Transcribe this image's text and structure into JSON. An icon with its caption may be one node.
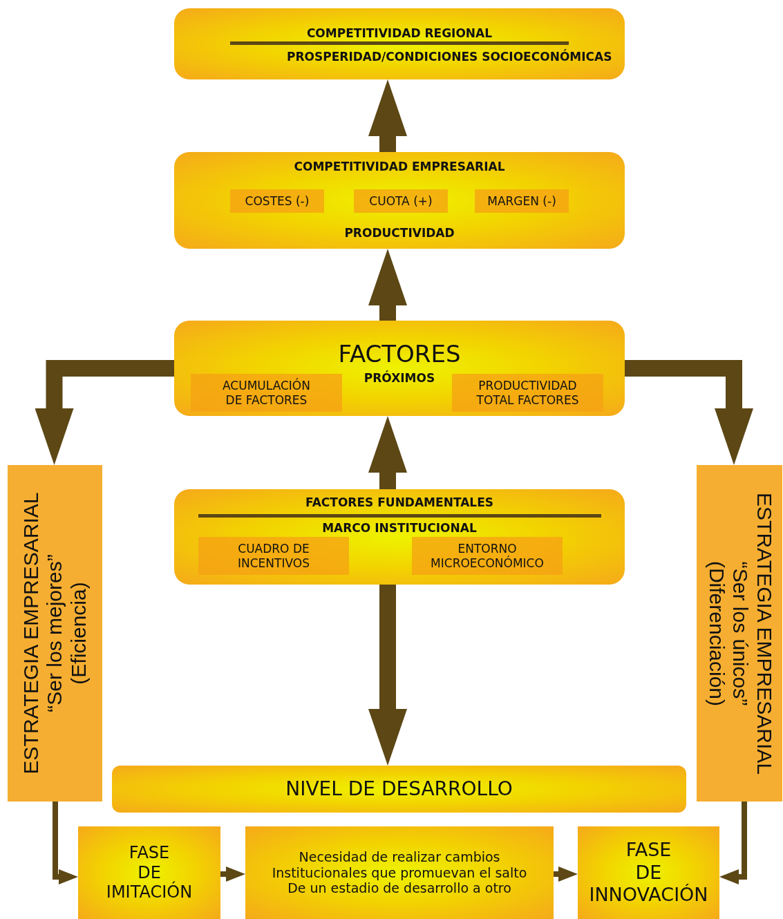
{
  "diagram": {
    "nodes": [
      {
        "text": [
          "COMPETITIVIDAD REGIONAL",
          "PROSPERIDAD/CONDICIONES SOCIOECONÓMICAS"
        ]
      },
      {
        "text": [
          "COMPETITIVIDAD EMPRESARIAL",
          "PRODUCTIVIDAD"
        ]
      },
      {
        "text": [
          "COSTES (-)"
        ],
        "in": 1
      },
      {
        "text": [
          "CUOTA (+)"
        ],
        "in": 1
      },
      {
        "text": [
          "MARGEN (-)"
        ],
        "in": 1
      },
      {
        "text": [
          "FACTORES",
          "PRÓXIMOS"
        ]
      },
      {
        "text": [
          "ACUMULACIÓN DE FACTORES"
        ],
        "in": 5
      },
      {
        "text": [
          "PRODUCTIVIDAD TOTAL FACTORES"
        ],
        "in": 5
      },
      {
        "text": [
          "FACTORES FUNDAMENTALES",
          "MARCO INSTITUCIONAL"
        ]
      },
      {
        "text": [
          "CUADRO DE INCENTIVOS"
        ],
        "in": 8
      },
      {
        "text": [
          "ENTORNO MICROECONÓMICO"
        ],
        "in": 8
      },
      {
        "text": [
          "ESTRATEGIA EMPRESARIAL",
          "“Ser los mejores”",
          "(Eficiencia)"
        ]
      },
      {
        "text": [
          "ESTRATEGIA EMPRESARIAL",
          "“Ser los únicos”",
          "(Diferenciación)"
        ]
      },
      {
        "text": [
          "NIVEL DE DESARROLLO"
        ]
      },
      {
        "text": [
          "FASE DE IMITACIÓN"
        ]
      },
      {
        "text": [
          "Necesidad de realizar cambios",
          "Institucionales que promuevan el salto",
          "De un estadio de desarrollo a otro"
        ]
      },
      {
        "text": [
          "FASE DE INNOVACIÓN"
        ]
      }
    ],
    "edges": [
      {
        "from": 1,
        "to": 0,
        "arrow": "to"
      },
      {
        "from": 5,
        "to": 1,
        "arrow": "to"
      },
      {
        "from": 8,
        "to": 5,
        "arrow": "to"
      },
      {
        "from": 8,
        "to": 13,
        "arrow": "to"
      },
      {
        "from": 5,
        "to": 11,
        "arrow": "to"
      },
      {
        "from": 5,
        "to": 12,
        "arrow": "to"
      },
      {
        "from": 11,
        "to": 14,
        "arrow": "to"
      },
      {
        "from": 14,
        "to": 15,
        "arrow": "to"
      },
      {
        "from": 15,
        "to": 16,
        "arrow": "to"
      },
      {
        "from": 12,
        "to": 16,
        "arrow": "to"
      }
    ]
  }
}
